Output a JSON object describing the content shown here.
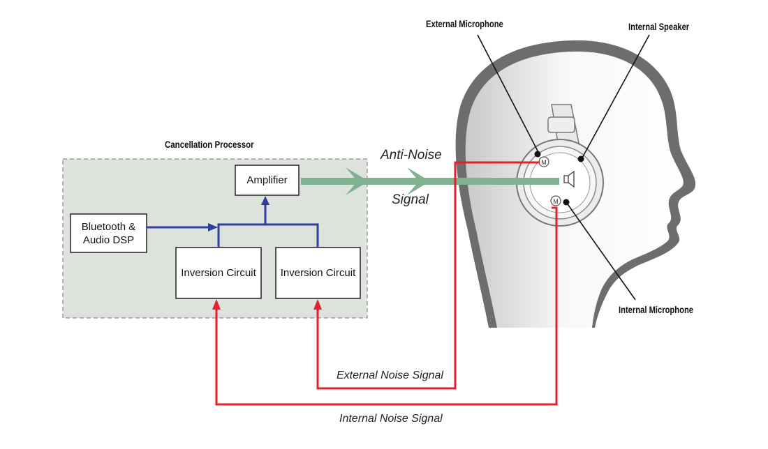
{
  "processor": {
    "title": "Cancellation Processor",
    "blocks": {
      "amplifier": "Amplifier",
      "bluetooth": "Bluetooth &\nAudio DSP",
      "inversion_left": "Inversion Circuit",
      "inversion_right": "Inversion Circuit"
    }
  },
  "signals": {
    "anti_noise_line1": "Anti-Noise",
    "anti_noise_line2": "Signal",
    "external": "External Noise Signal",
    "internal": "Internal Noise Signal"
  },
  "callouts": {
    "external_microphone": "External Microphone",
    "internal_speaker": "Internal Speaker",
    "internal_microphone": "Internal Microphone"
  },
  "mic_symbol": "M",
  "colors": {
    "panel_fill": "#dde2dc",
    "panel_border": "#8a8a8a",
    "blue_line": "#2e3d9e",
    "red_line": "#e3202a",
    "green_arrow": "#7fb090",
    "head_outline": "#555555"
  }
}
